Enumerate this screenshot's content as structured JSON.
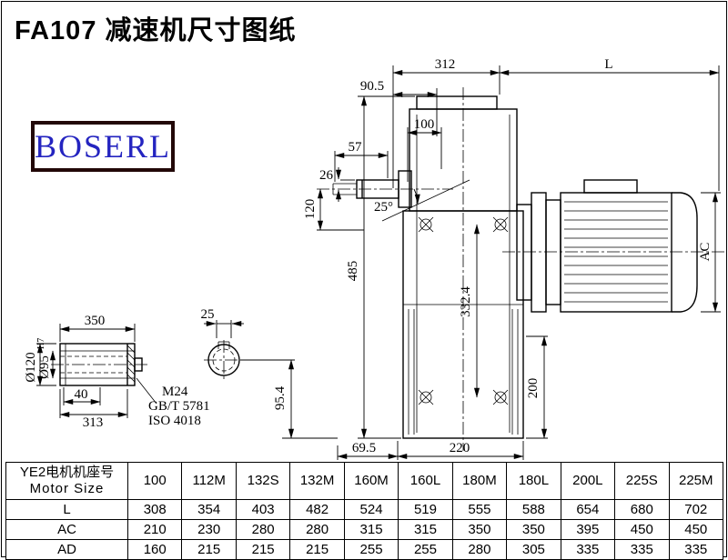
{
  "title": "FA107 减速机尺寸图纸",
  "logo": {
    "text": "BOSERL"
  },
  "main_view": {
    "dim_312": "312",
    "dim_L": "L",
    "dim_90_5": "90.5",
    "dim_100": "100",
    "dim_57": "57",
    "dim_26": "26",
    "dim_120": "120",
    "dim_angle": "25°",
    "dim_485": "485",
    "dim_332_4": "332.4",
    "dim_AC": "AC",
    "dim_200": "200",
    "dim_69_5": "69.5",
    "dim_220": "220",
    "dim_95_4": "95.4"
  },
  "shaft_view": {
    "dim_350": "350",
    "dim_25": "25",
    "dim_dia120": "Ø120",
    "dim_dia95": "Ø95",
    "dim_dia95_tol": "H7",
    "dim_40": "40",
    "dim_313": "313",
    "note_m24": "M24",
    "note_gbt": "GB/T 5781",
    "note_iso": "ISO 4018"
  },
  "table": {
    "header_cn": "YE2电机机座号",
    "header_en": "Motor Size",
    "columns": [
      "100",
      "112M",
      "132S",
      "132M",
      "160M",
      "160L",
      "180M",
      "180L",
      "200L",
      "225S",
      "225M"
    ],
    "rows": [
      {
        "label": "L",
        "values": [
          "308",
          "354",
          "403",
          "482",
          "524",
          "519",
          "555",
          "588",
          "654",
          "680",
          "702"
        ]
      },
      {
        "label": "AC",
        "values": [
          "210",
          "230",
          "280",
          "280",
          "315",
          "315",
          "350",
          "350",
          "395",
          "450",
          "450"
        ]
      },
      {
        "label": "AD",
        "values": [
          "160",
          "215",
          "215",
          "215",
          "255",
          "255",
          "280",
          "305",
          "335",
          "335",
          "335"
        ]
      }
    ]
  }
}
